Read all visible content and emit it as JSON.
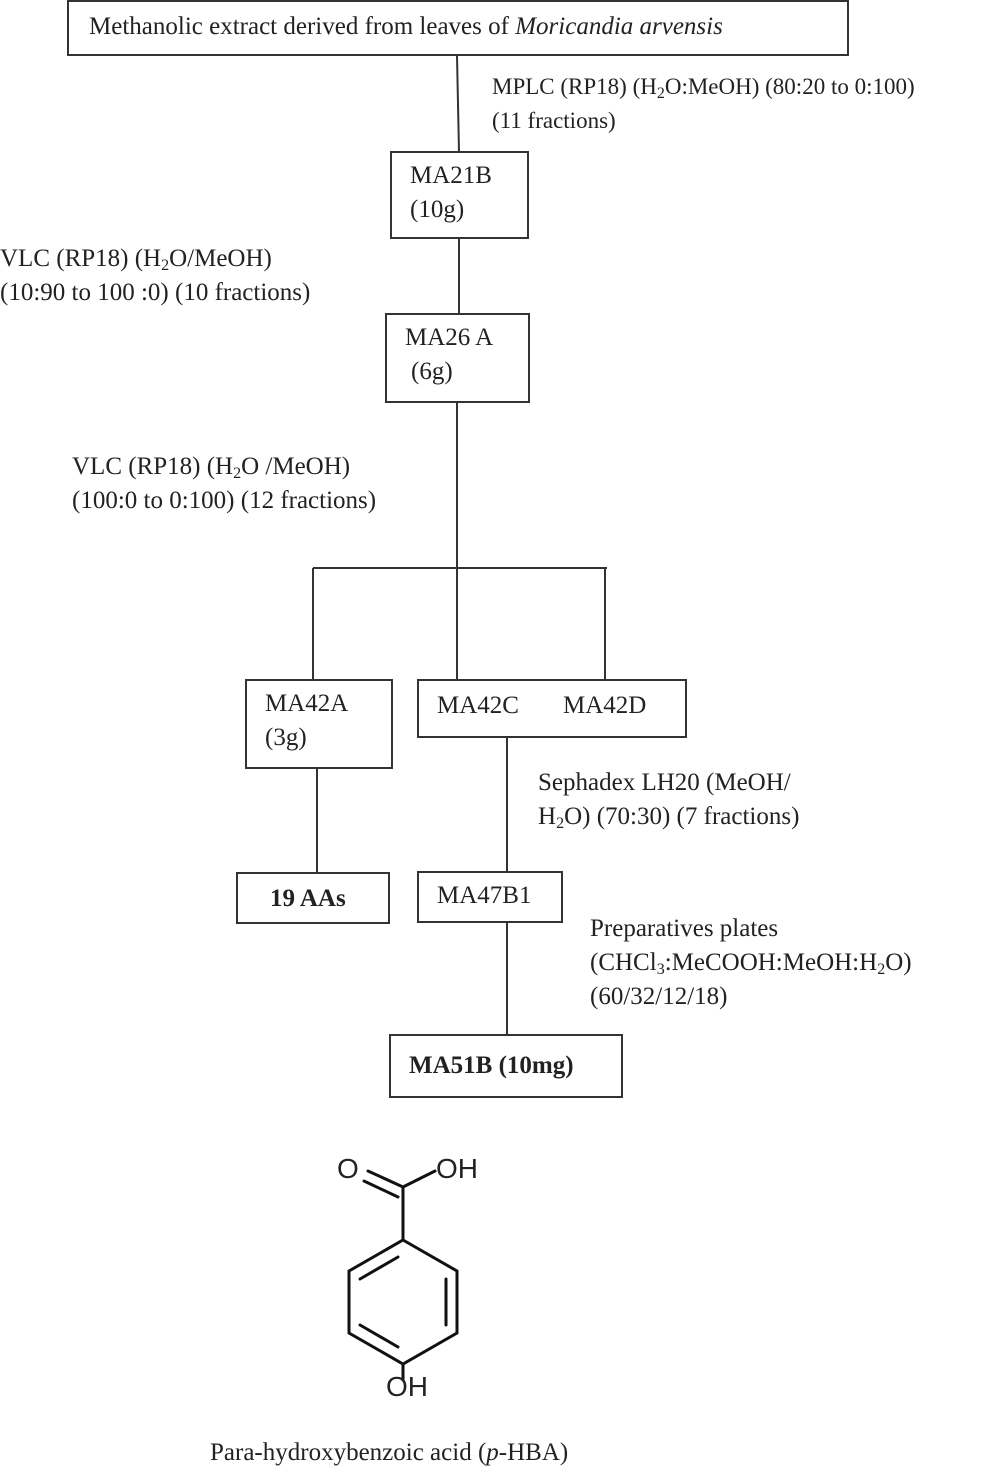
{
  "root": {
    "pre": "Methanolic extract derived from leaves of ",
    "species": "Moricandia arvensis"
  },
  "step1": {
    "l1_a": "MPLC (RP18) (H",
    "l1_sub": "2",
    "l1_b": "O:MeOH) (80:20 to 0:100)",
    "l2": "(11 fractions)"
  },
  "ma21b": {
    "l1": "MA21B",
    "l2": "(10g)"
  },
  "step2": {
    "l1_a": "VLC (RP18) (H",
    "l1_sub": "2",
    "l1_b": "O/MeOH)",
    "l2": "(10:90 to 100 :0)  (10 fractions)"
  },
  "ma26a": {
    "l1": "MA26 A",
    "l2": "(6g)"
  },
  "step3": {
    "l1_a": "VLC (RP18) (H",
    "l1_sub": "2",
    "l1_b": "O /MeOH)",
    "l2": "(100:0 to 0:100) (12 fractions)"
  },
  "ma42a": {
    "l1": "MA42A",
    "l2": "(3g)"
  },
  "ma42cd": {
    "c": "MA42C",
    "d": "MA42D"
  },
  "step4": {
    "l1": "Sephadex LH20 (MeOH/",
    "l2_a": "H",
    "l2_sub": "2",
    "l2_b": "O) (70:30) (7 fractions)"
  },
  "aas": "19 AAs",
  "ma47b1": "MA47B1",
  "step5": {
    "l1": "Preparatives plates",
    "l2_a": "(CHCl",
    "l2_sub1": "3",
    "l2_b": ":MeCOOH:MeOH:H",
    "l2_sub2": "2",
    "l2_c": "O)",
    "l3": "(60/32/12/18)"
  },
  "ma51b": "MA51B (10mg)",
  "molecule": {
    "o_label": "O",
    "oh_top": "OH",
    "oh_bottom": "OH"
  },
  "caption": {
    "pre": "Para-hydroxybenzoic acid (",
    "ital": "p",
    "post": "-HBA)"
  }
}
